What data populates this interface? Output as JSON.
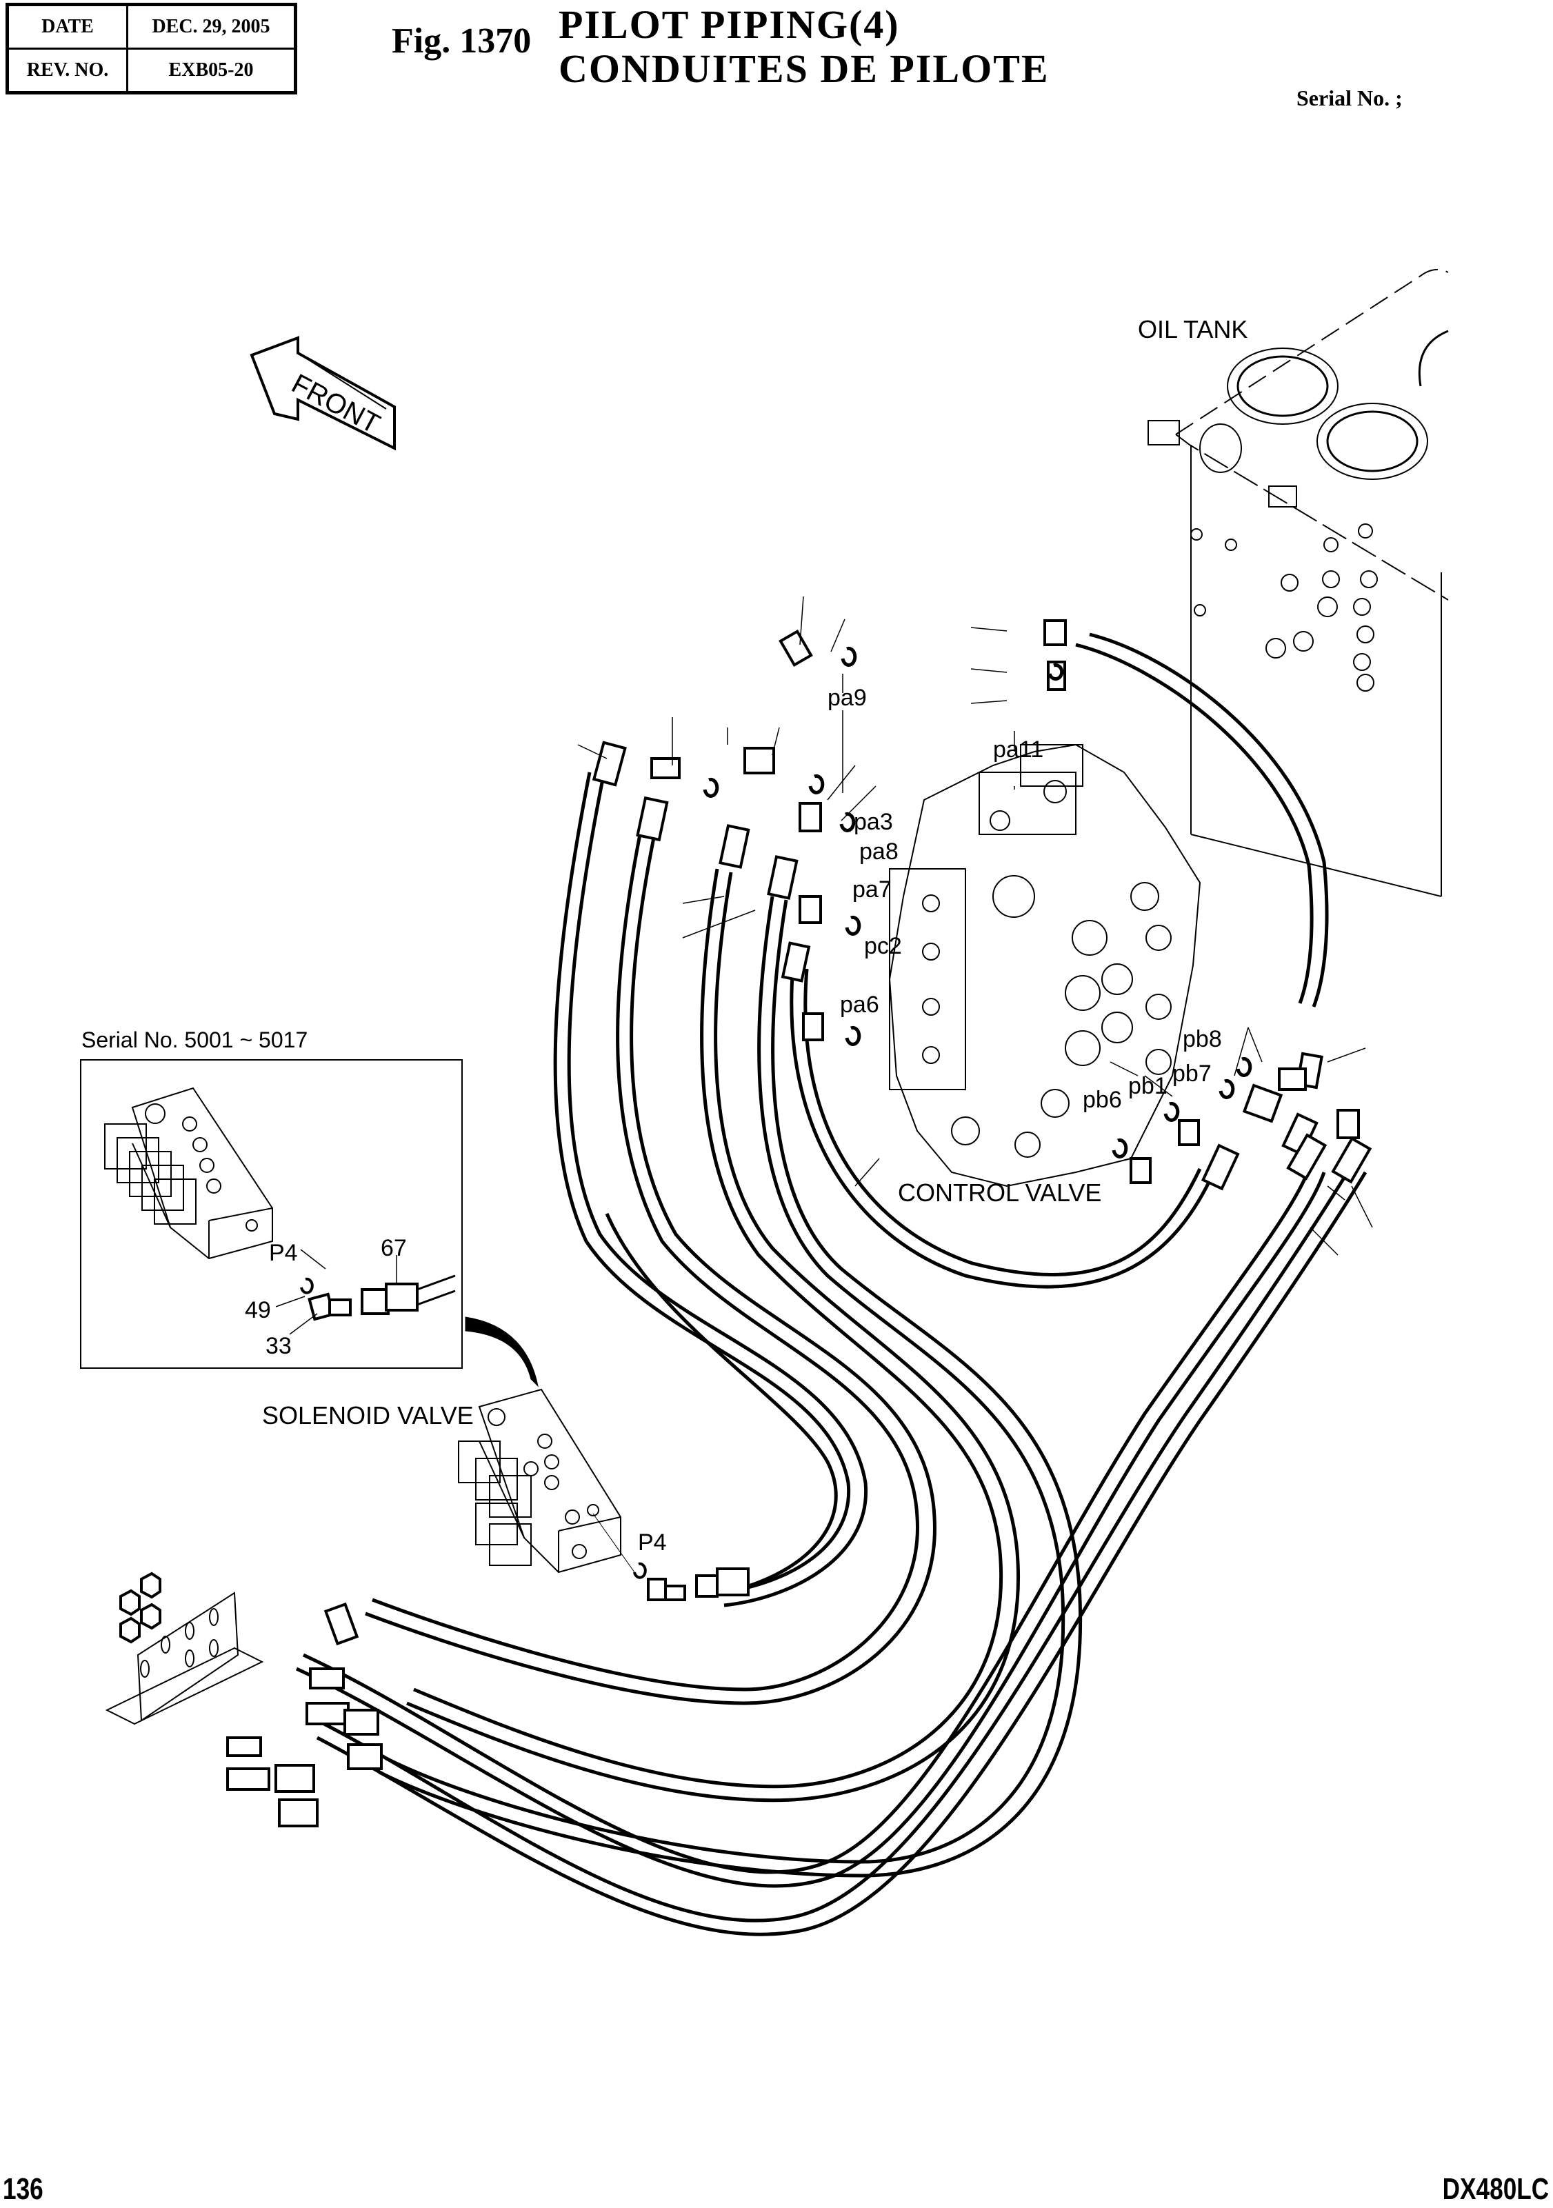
{
  "header": {
    "date_label": "DATE",
    "date_value": "DEC. 29, 2005",
    "rev_label": "REV. NO.",
    "rev_value": "EXB05-20",
    "figure_number": "Fig. 1370",
    "title_en": "PILOT PIPING(4)",
    "title_fr": "CONDUITES DE PILOTE",
    "serial": "Serial No. ;"
  },
  "diagram": {
    "front_arrow": "FRONT",
    "component_labels": {
      "oil_tank": "OIL TANK",
      "control_valve": "CONTROL VALVE",
      "solenoid_valve": "SOLENOID VALVE"
    },
    "port_labels": [
      "pa9",
      "pa11",
      "pa3",
      "pa8",
      "pa7",
      "pc2",
      "pa6",
      "pb8",
      "pb7",
      "pb1",
      "pb6",
      "P4"
    ],
    "inset": {
      "title": "Serial No. 5001 ~ 5017",
      "port": "P4",
      "part_numbers": [
        "67",
        "49",
        "33"
      ]
    }
  },
  "footer": {
    "page_number": "136",
    "model": "DX480LC"
  }
}
